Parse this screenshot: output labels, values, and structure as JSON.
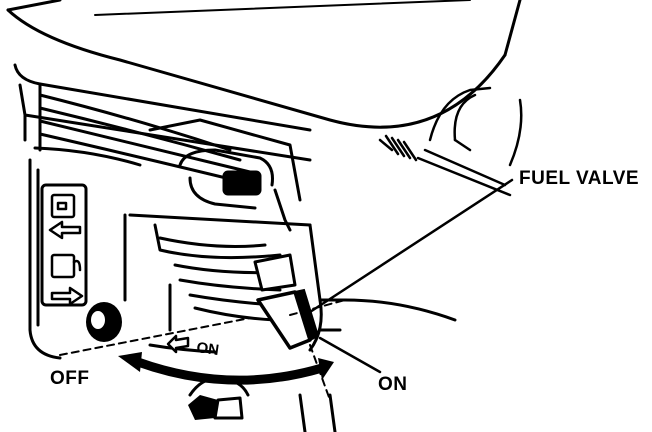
{
  "labels": {
    "fuel_valve": "FUEL VALVE",
    "off": "OFF",
    "on": "ON",
    "lever_marking": "ON"
  },
  "icons": [
    "fuel-tank-icon",
    "arrow-left-icon",
    "arrow-right-icon",
    "rotation-arrow-icon"
  ],
  "colors": {
    "ink": "#000000",
    "paper": "#ffffff"
  }
}
